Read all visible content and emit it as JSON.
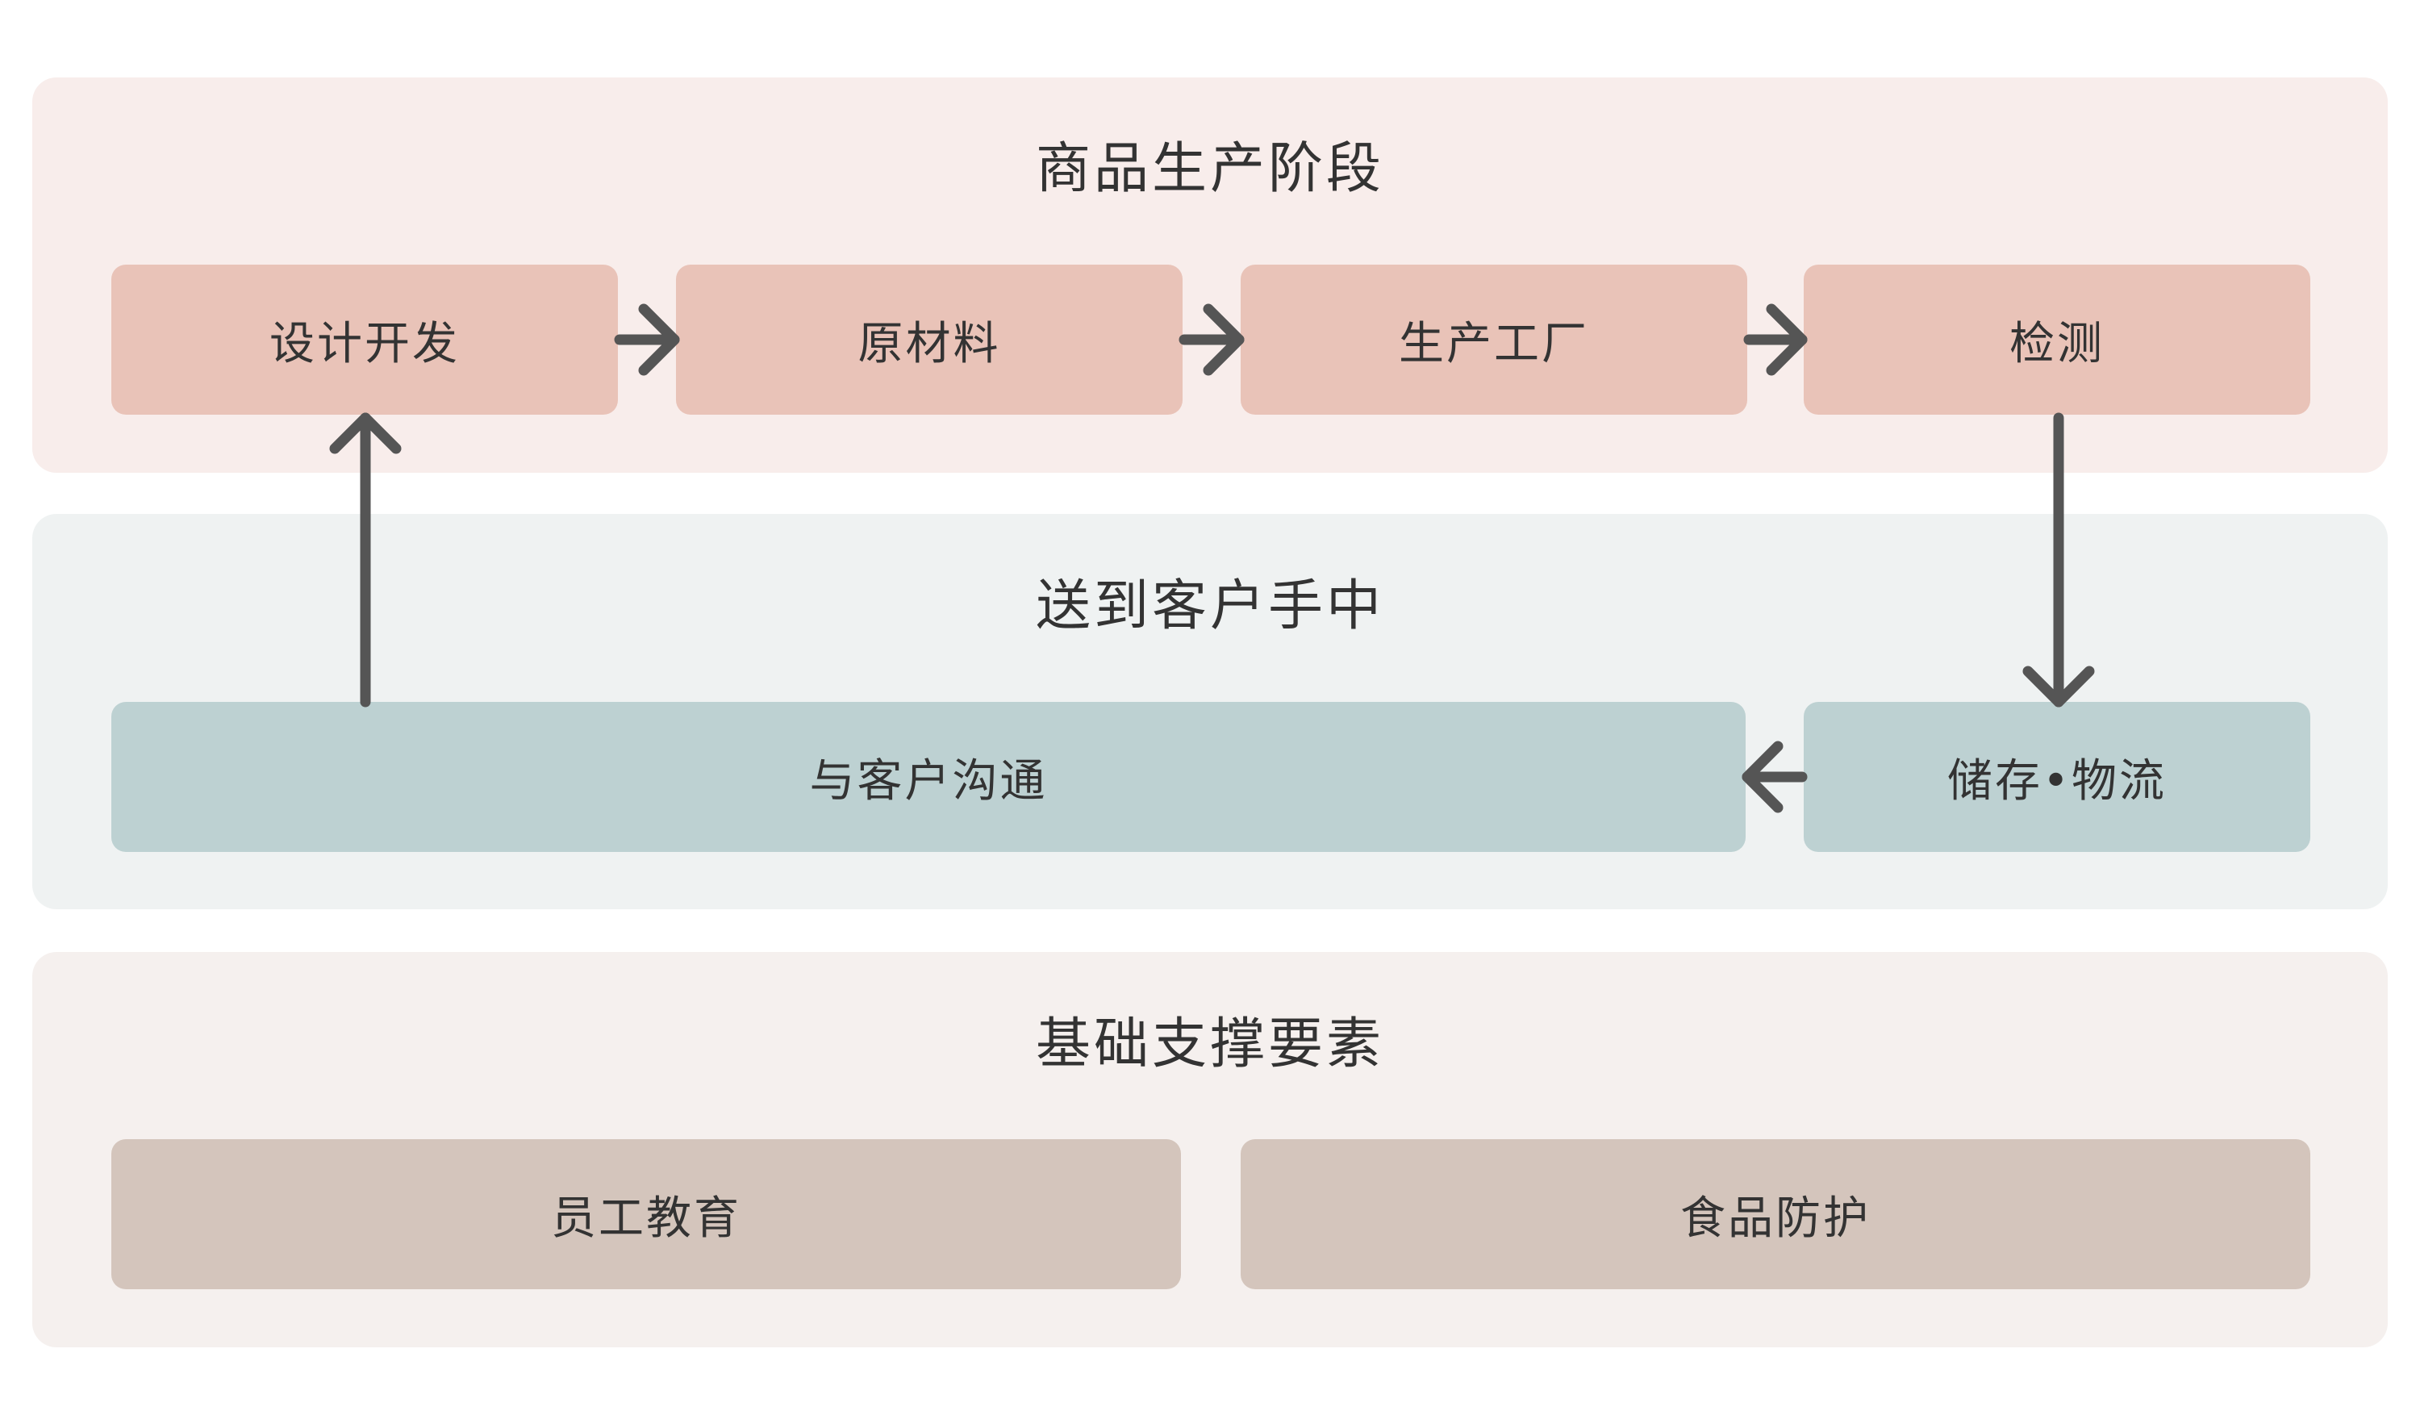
{
  "sections": {
    "production": {
      "title": "商品生产阶段",
      "steps": [
        "设计开发",
        "原材料",
        "生产工厂",
        "检测"
      ]
    },
    "delivery": {
      "title": "送到客户手中",
      "steps": [
        "与客户沟通",
        "储存•物流"
      ]
    },
    "support": {
      "title": "基础支撑要素",
      "items": [
        "员工教育",
        "食品防护"
      ]
    }
  },
  "colors": {
    "production_panel": "#f8edeb",
    "production_box": "#e9c3b8",
    "delivery_panel": "#eff2f2",
    "delivery_box": "#bdd1d2",
    "support_panel": "#f5f0ee",
    "support_box": "#d4c5bc",
    "arrow": "#555555"
  },
  "arrows": [
    {
      "from": "设计开发",
      "to": "原材料"
    },
    {
      "from": "原材料",
      "to": "生产工厂"
    },
    {
      "from": "生产工厂",
      "to": "检测"
    },
    {
      "from": "检测",
      "to": "储存•物流"
    },
    {
      "from": "储存•物流",
      "to": "与客户沟通"
    },
    {
      "from": "与客户沟通",
      "to": "设计开发"
    }
  ]
}
